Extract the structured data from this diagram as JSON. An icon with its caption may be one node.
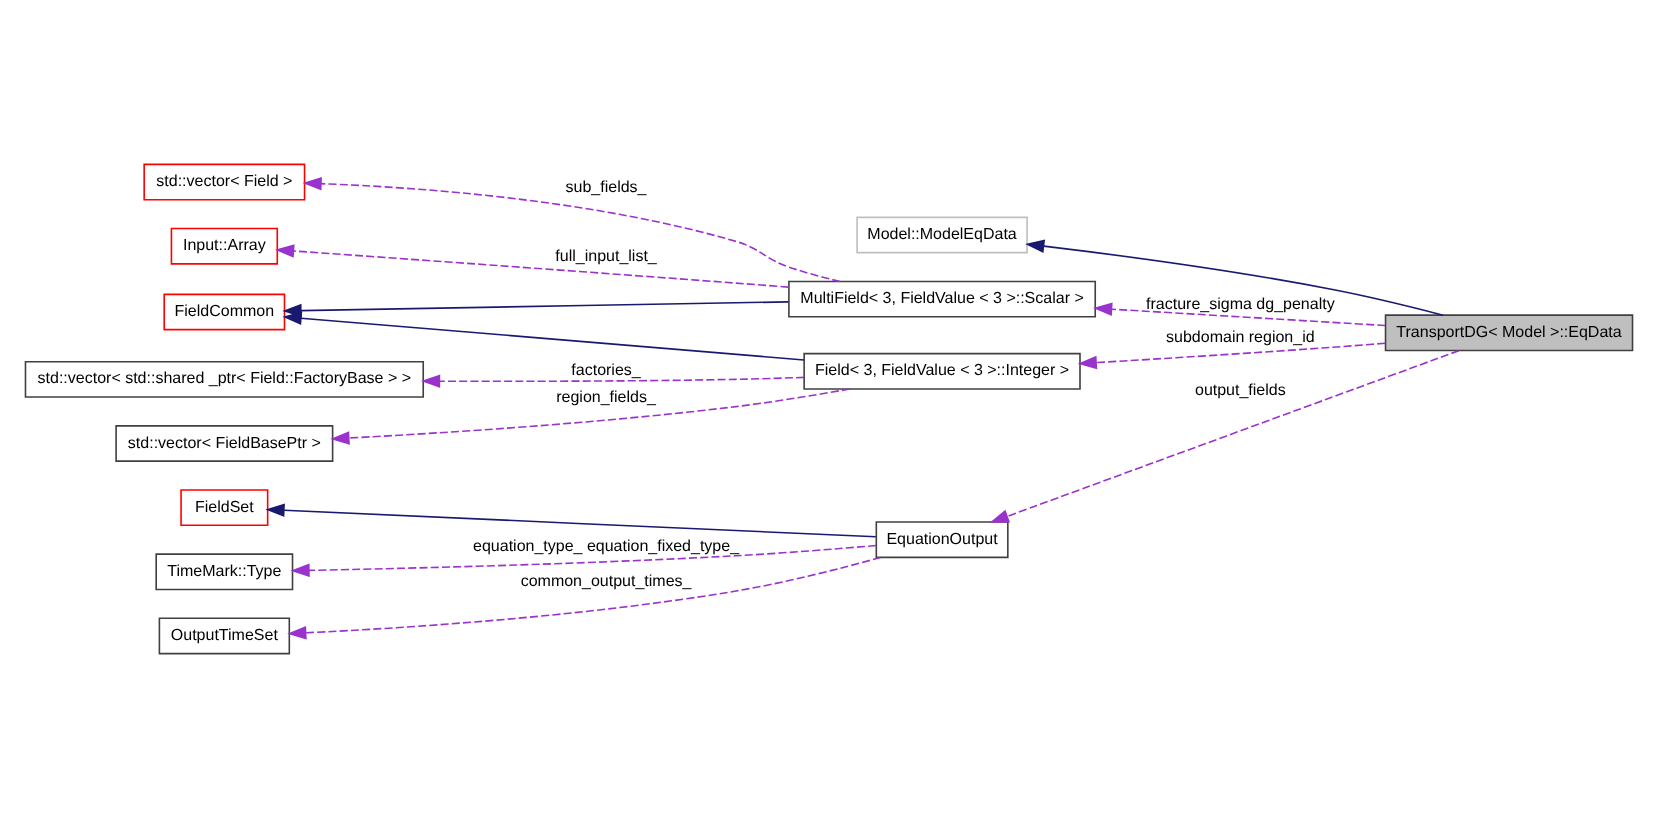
{
  "diagram": {
    "nodes": [
      {
        "text": [
          "std::vector< Field >"
        ]
      },
      {
        "text": [
          "Model::ModelEqData"
        ]
      },
      {
        "text": [
          "Input::Array"
        ]
      },
      {
        "text": [
          "FieldCommon"
        ]
      },
      {
        "text": [
          "MultiField< 3, FieldValue < 3 >::Scalar >"
        ]
      },
      {
        "text": [
          "TransportDG< Model >::EqData"
        ]
      },
      {
        "text": [
          "std::vector< std::shared _ptr< Field::FactoryBase > >"
        ]
      },
      {
        "text": [
          "Field< 3, FieldValue < 3 >::Integer >"
        ]
      },
      {
        "text": [
          "std::vector< FieldBasePtr >"
        ]
      },
      {
        "text": [
          "FieldSet"
        ]
      },
      {
        "text": [
          "EquationOutput"
        ]
      },
      {
        "text": [
          "TimeMark::Type"
        ]
      },
      {
        "text": [
          "OutputTimeSet"
        ]
      }
    ],
    "edges": [
      {
        "from": 5,
        "to": 1,
        "arrow": "to",
        "color": "#191970"
      },
      {
        "from": 5,
        "to": 4,
        "arrow": "to",
        "style": "dashed",
        "label": "fracture_sigma dg_penalty"
      },
      {
        "from": 5,
        "to": 7,
        "arrow": "to",
        "style": "dashed",
        "label": "subdomain region_id"
      },
      {
        "from": 5,
        "to": 10,
        "arrow": "to",
        "style": "dashed",
        "label": "output_fields"
      },
      {
        "from": 4,
        "to": 0,
        "arrow": "to",
        "style": "dashed",
        "label": "sub_fields_"
      },
      {
        "from": 4,
        "to": 2,
        "arrow": "to",
        "style": "dashed",
        "label": "full_input_list_"
      },
      {
        "from": 4,
        "to": 3,
        "arrow": "to",
        "color": "#191970"
      },
      {
        "from": 7,
        "to": 3,
        "arrow": "to",
        "color": "#191970"
      },
      {
        "from": 7,
        "to": 6,
        "arrow": "to",
        "style": "dashed",
        "label": "factories_"
      },
      {
        "from": 7,
        "to": 8,
        "arrow": "to",
        "style": "dashed",
        "label": "region_fields_"
      },
      {
        "from": 10,
        "to": 9,
        "arrow": "to",
        "color": "#191970"
      },
      {
        "from": 10,
        "to": 11,
        "arrow": "to",
        "style": "dashed",
        "label": "equation_type_ equation_fixed_type_"
      },
      {
        "from": 10,
        "to": 12,
        "arrow": "to",
        "style": "dashed",
        "label": "common_output_times_"
      }
    ]
  }
}
